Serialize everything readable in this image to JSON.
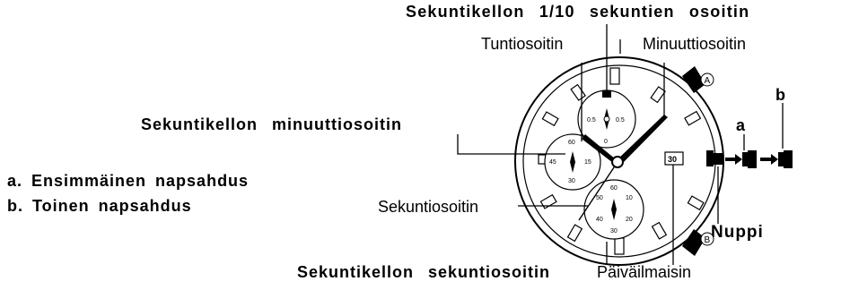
{
  "labels": {
    "tenth_second_hand": "Sekuntikellon 1/10 sekuntien osoitin",
    "hour_hand": "Tuntiosoitin",
    "minute_hand": "Minuuttiosoitin",
    "chrono_minute_hand": "Sekuntikellon minuuttiosoitin",
    "small_second_hand": "Sekuntiosoitin",
    "chrono_second_hand": "Sekuntikellon sekuntiosoitin",
    "date": "Päiväilmaisin",
    "crown": "Nuppi"
  },
  "legend": {
    "a": "a. Ensimmäinen napsahdus",
    "b": "b. Toinen napsahdus"
  },
  "crown_positions": {
    "a": "a",
    "b": "b"
  },
  "dial": {
    "date_window": "30",
    "button_top": "A",
    "button_bottom": "B",
    "top_subdial_labels": [
      "0.5",
      "0.5",
      "0"
    ],
    "left_subdial_labels": [
      "60",
      "45",
      "15",
      "30"
    ],
    "bottom_subdial_labels": [
      "60",
      "50",
      "10",
      "40",
      "20",
      "30"
    ]
  }
}
